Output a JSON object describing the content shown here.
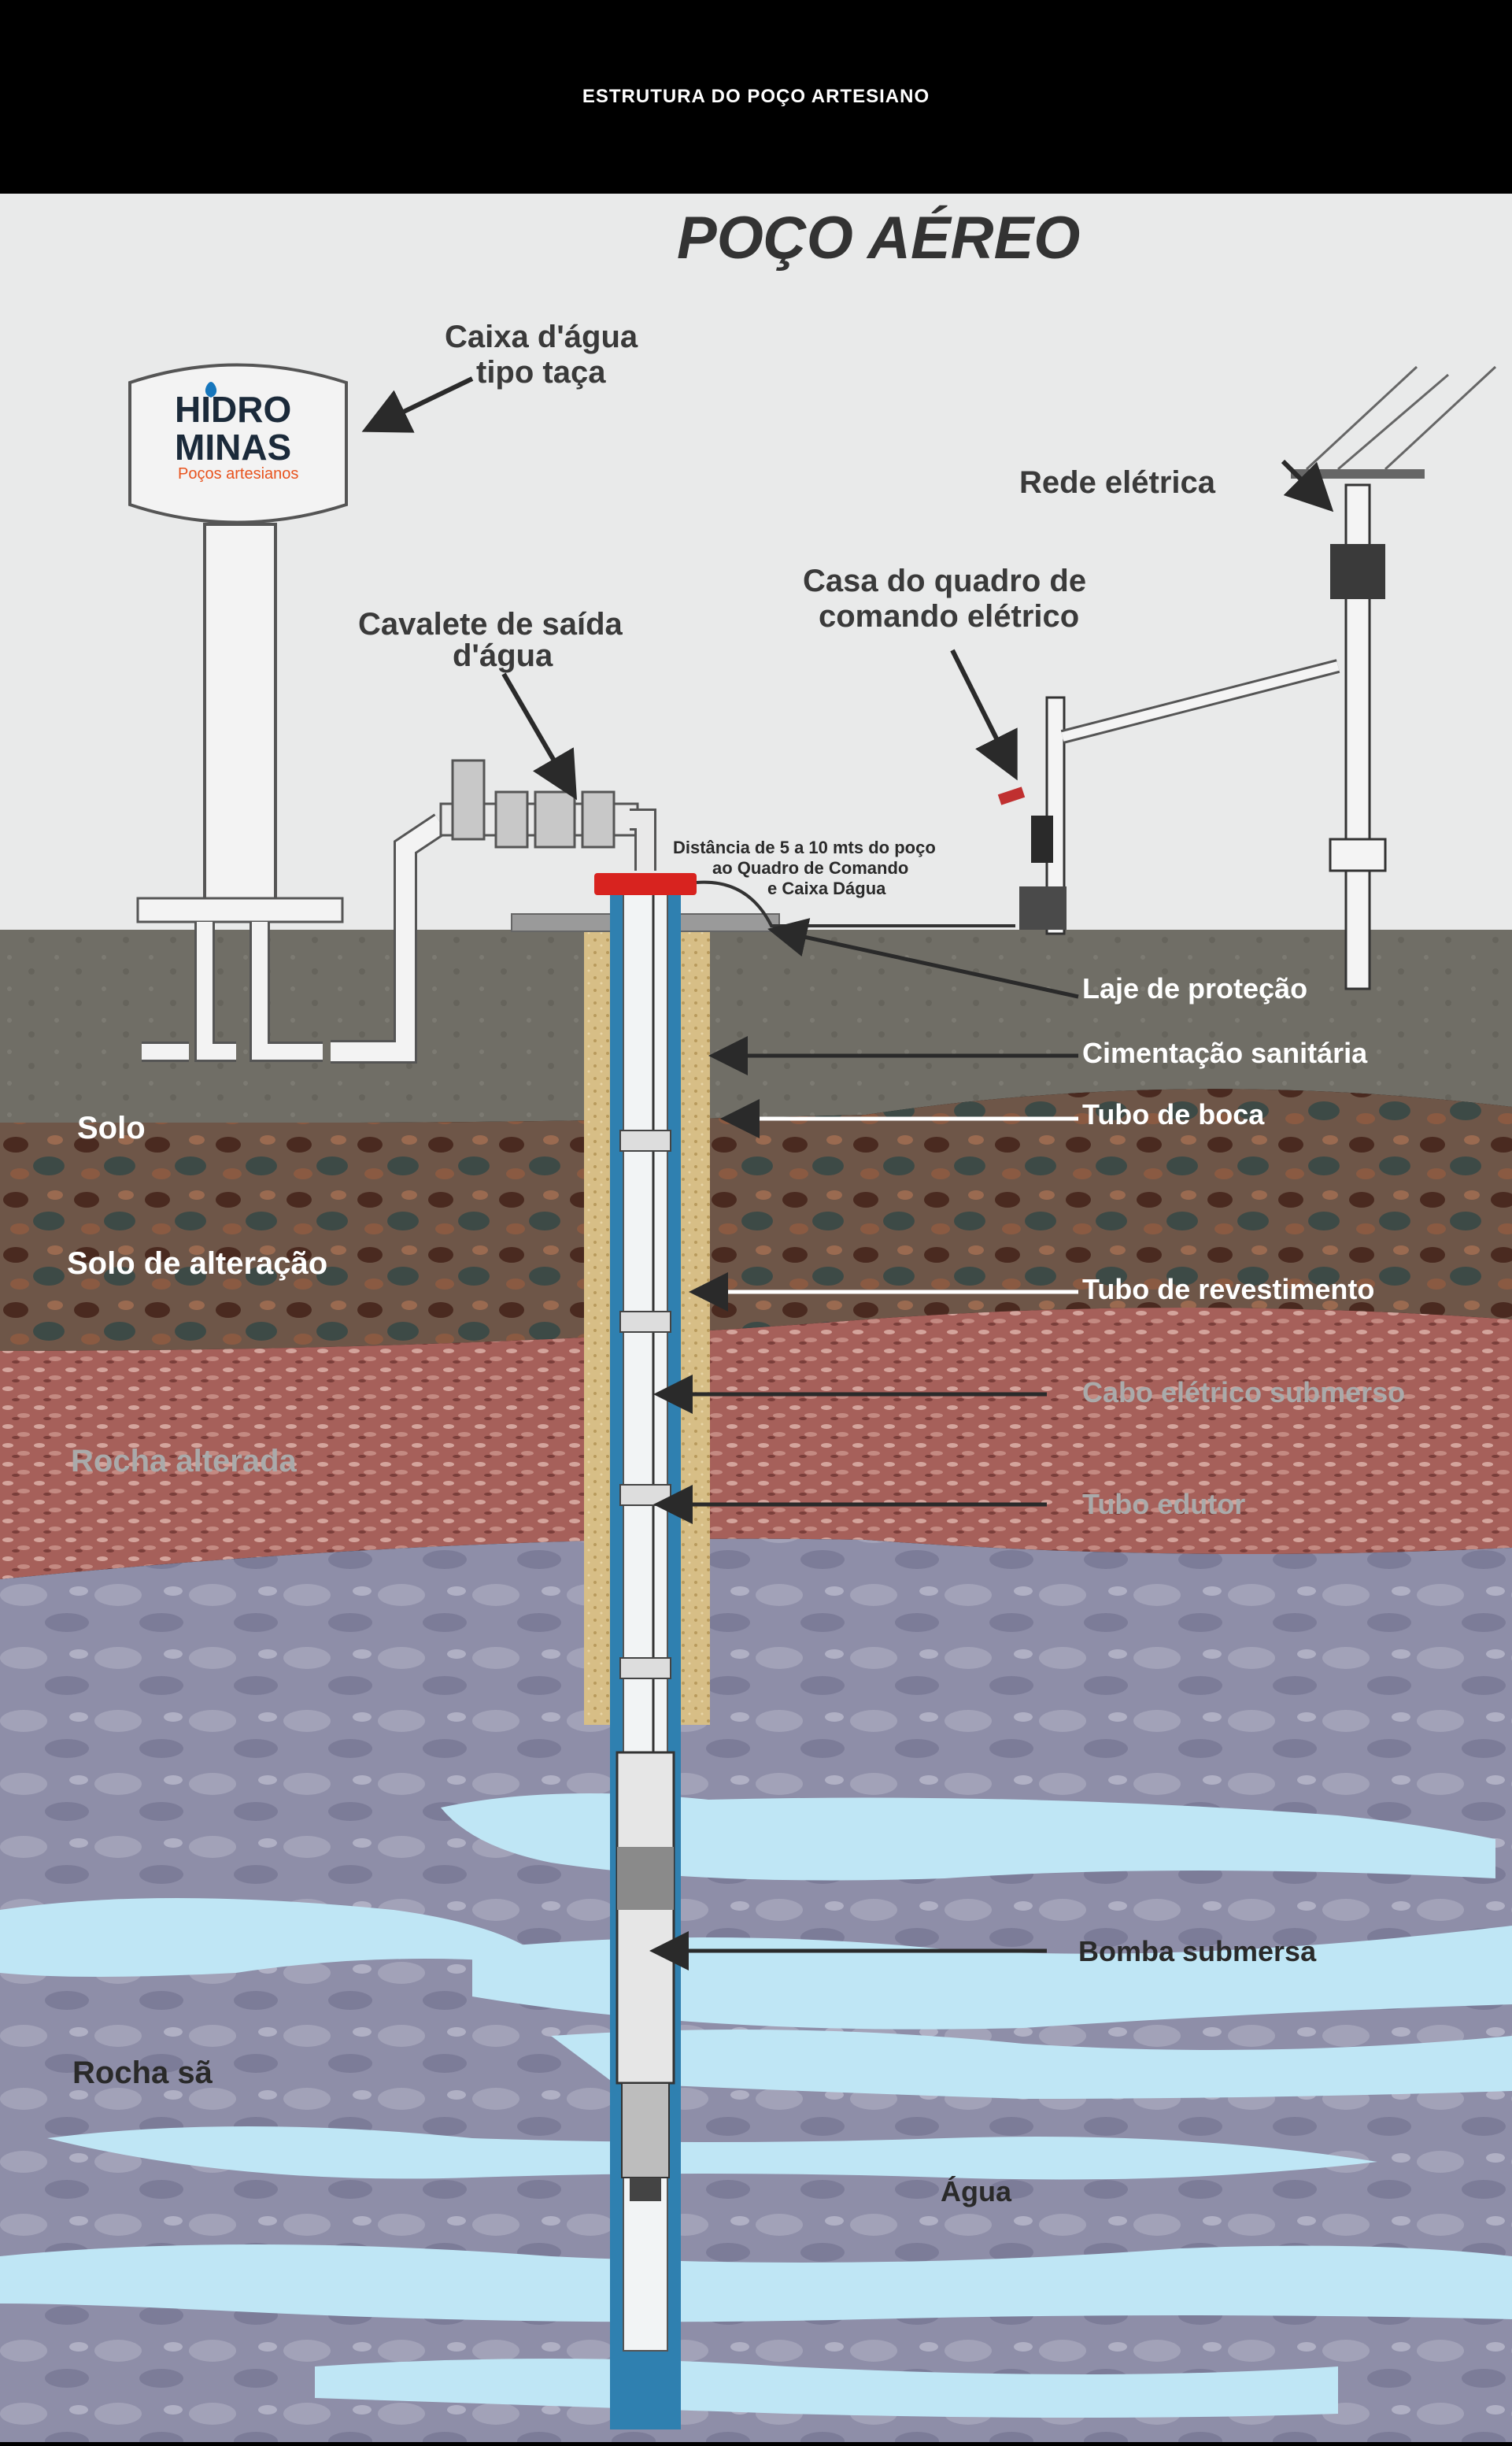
{
  "header": {
    "title": "ESTRUTURA DO POÇO ARTESIANO"
  },
  "diagram": {
    "title": "POÇO AÉREO",
    "logo": {
      "line1": "HIDRO",
      "line2": "MINAS",
      "tagline": "Poços artesianos"
    },
    "callouts": {
      "water_tank_line1": "Caixa d'água",
      "water_tank_line2": "tipo taça",
      "trestle_line1": "Cavalete de saída",
      "trestle_line2": "d'água",
      "power_grid": "Rede elétrica",
      "control_house_line1": "Casa do quadro de",
      "control_house_line2": "comando elétrico",
      "distance_line1": "Distância de 5 a 10 mts do poço",
      "distance_line2": "ao Quadro de Comando",
      "distance_line3": "e Caixa Dágua",
      "protection_slab": "Laje de proteção",
      "sanitary_cement": "Cimentação sanitária",
      "mouth_tube": "Tubo de boca",
      "casing_tube": "Tubo de revestimento",
      "submersible_cable": "Cabo elétrico submerso",
      "discharge_tube": "Tubo edutor",
      "submersible_pump": "Bomba submersa",
      "water": "Água"
    },
    "layers": {
      "soil": "Solo",
      "weathered_soil": "Solo de alteração",
      "weathered_rock": "Rocha alterada",
      "sound_rock": "Rocha sã"
    },
    "colors": {
      "sky": "#e9eaea",
      "soil": "#706e66",
      "weathered_soil": "#6b4a3c",
      "weathered_rock": "#a9615a",
      "sound_rock": "#8e8ea6",
      "water": "#bfe6f5",
      "cement": "#d8c08a",
      "casing": "#2e7fae",
      "cap": "#d8231f",
      "logo_blue": "#1676bc",
      "logo_orange": "#e8531e"
    }
  }
}
